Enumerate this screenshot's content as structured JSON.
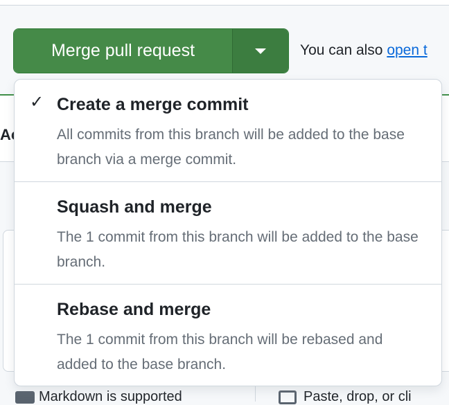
{
  "merge_button": {
    "label": "Merge pull request",
    "caret_icon": "triangle-down-icon",
    "color": "#458a48"
  },
  "hint": {
    "prefix": "You can also ",
    "link": "open t"
  },
  "background": {
    "heading_fragment": "Ac",
    "markdown_note": "Markdown is supported",
    "paste_note": "Paste, drop, or cli"
  },
  "menu": {
    "items": [
      {
        "title": "Create a merge commit",
        "description": "All commits from this branch will be added to the base branch via a merge commit.",
        "selected": true
      },
      {
        "title": "Squash and merge",
        "description": "The 1 commit from this branch will be added to the base branch.",
        "selected": false
      },
      {
        "title": "Rebase and merge",
        "description": "The 1 commit from this branch will be rebased and added to the base branch.",
        "selected": false
      }
    ],
    "check_glyph": "✓"
  }
}
